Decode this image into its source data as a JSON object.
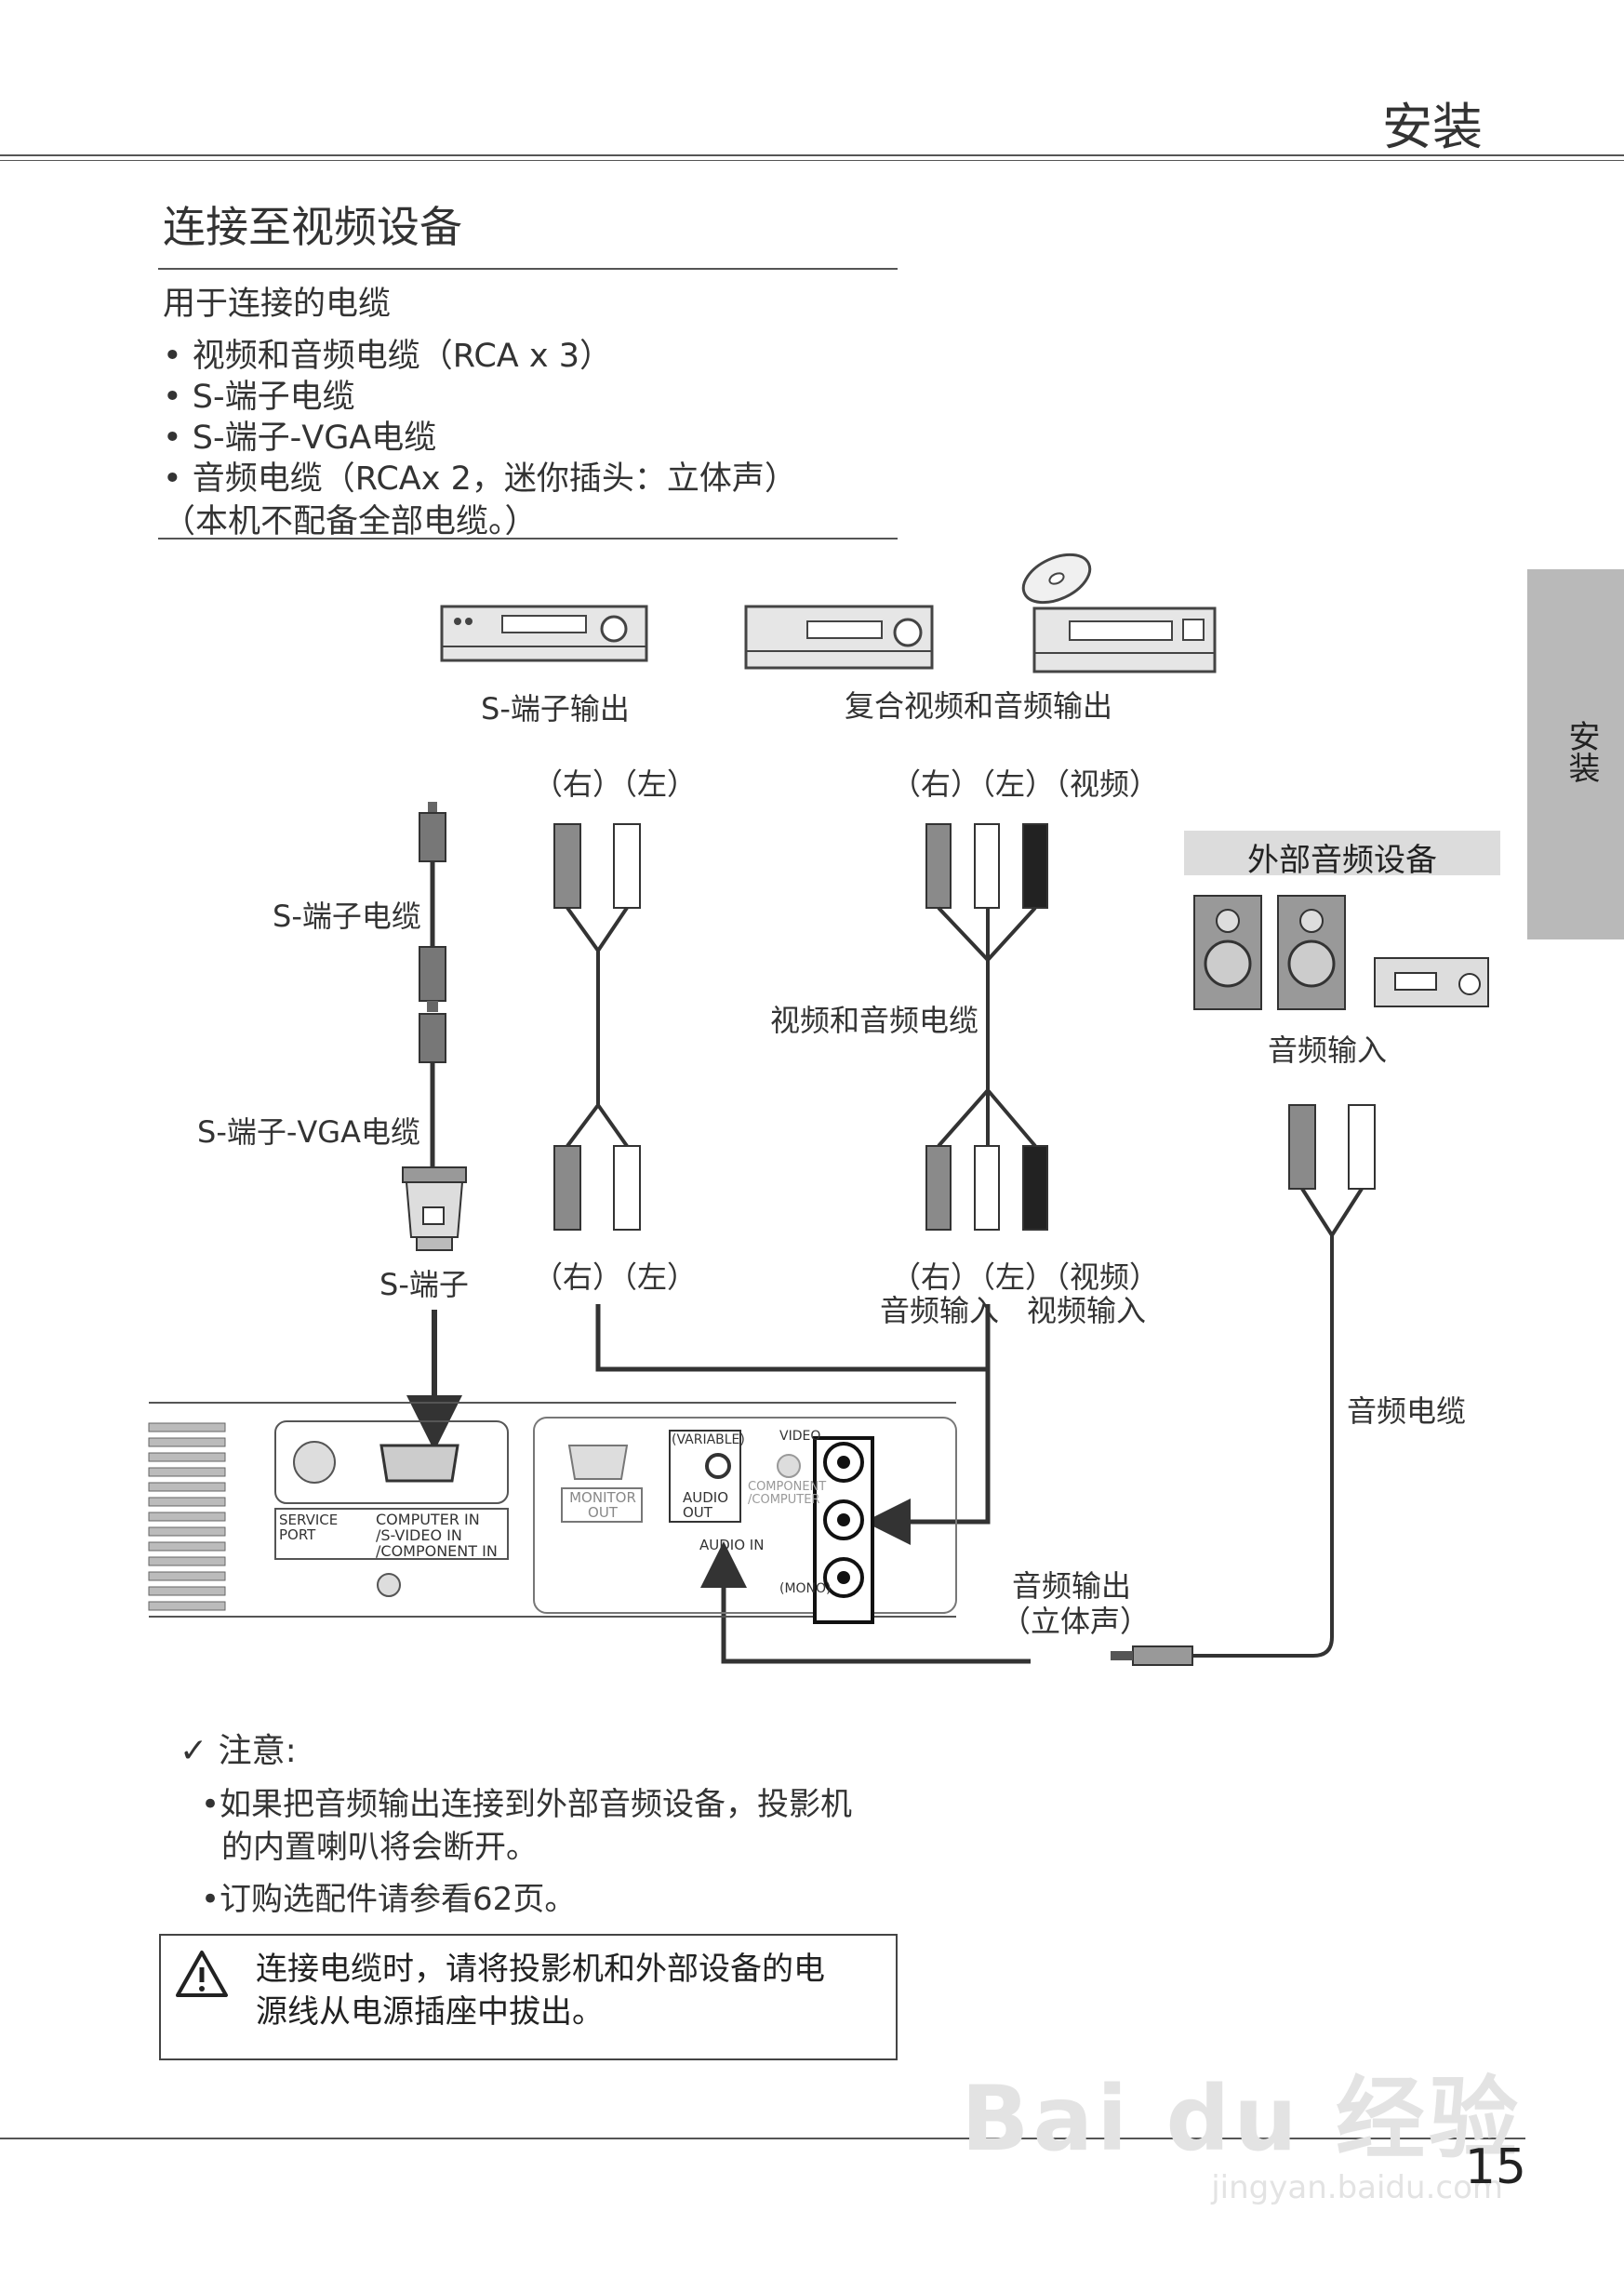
{
  "header": {
    "title": "安装"
  },
  "side_tab": {
    "label": "安装"
  },
  "section": {
    "title": "连接至视频设备"
  },
  "cables": {
    "heading": "用于连接的电缆",
    "items": [
      "• 视频和音频电缆（RCA x 3）",
      "• S-端子电缆",
      "• S-端子-VGA电缆",
      "• 音频电缆（RCAx 2，迷你插头：立体声）"
    ],
    "footnote": "（本机不配备全部电缆。）"
  },
  "diagram": {
    "svideo_out": "S-端子输出",
    "composite_out": "复合视频和音频输出",
    "rl_top": "（右）（左）",
    "rlv_top": "（右）（左）（视频）",
    "svideo_cable": "S-端子电缆",
    "svideo_vga_cable": "S-端子-VGA电缆",
    "av_cable": "视频和音频电缆",
    "svideo_port": "S-端子",
    "rl_bottom": "（右）（左）",
    "rlv_bottom": "（右）（左）（视频）",
    "audio_in_bottom": "音频输入",
    "video_in_bottom": "视频输入",
    "ext_audio": "外部音频设备",
    "audio_input": "音频输入",
    "audio_cable": "音频电缆",
    "audio_output": "音频输出",
    "stereo": "（立体声）",
    "panel": {
      "service_port": "SERVICE PORT",
      "computer_in": "COMPUTER  IN",
      "svideo_in": "/S-VIDEO  IN",
      "component_in": "/COMPONENT  IN",
      "monitor_out": "MONITOR OUT",
      "variable": "(VARIABLE)",
      "audio_out": "AUDIO OUT",
      "video": "VIDEO",
      "component_computer": "COMPONENT /COMPUTER",
      "audio_in": "AUDIO  IN",
      "mono": "(MONO)"
    }
  },
  "notes": {
    "heading": "✓ 注意:",
    "line1": "•如果把音频输出连接到外部音频设备，投影机",
    "line2": "的内置喇叭将会断开。",
    "line3": "•订购选配件请参看62页。"
  },
  "warning": {
    "line1": "连接电缆时，请将投影机和外部设备的电",
    "line2": "源线从电源插座中拔出。"
  },
  "page_number": "15",
  "watermark": {
    "brand": "Bai du 经验",
    "url": "jingyan.baidu.com"
  }
}
